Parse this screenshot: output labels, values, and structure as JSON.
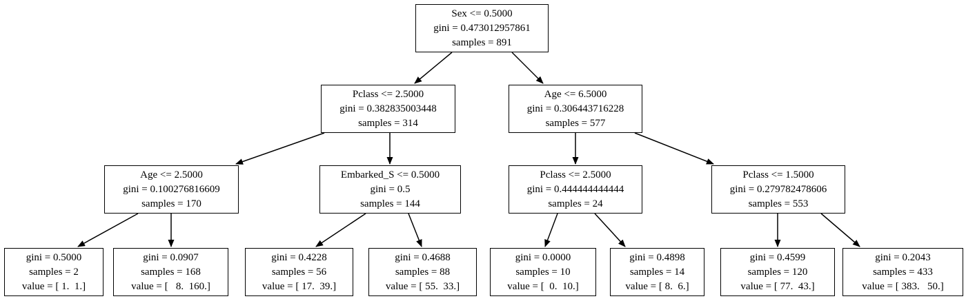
{
  "diagram": {
    "type": "decision-tree",
    "nodes": {
      "root": {
        "condition": "Sex <= 0.5000",
        "gini": "gini = 0.473012957861",
        "samples": "samples = 891"
      },
      "l": {
        "condition": "Pclass <= 2.5000",
        "gini": "gini = 0.382835003448",
        "samples": "samples = 314"
      },
      "r": {
        "condition": "Age <= 6.5000",
        "gini": "gini = 0.306443716228",
        "samples": "samples = 577"
      },
      "ll": {
        "condition": "Age <= 2.5000",
        "gini": "gini = 0.100276816609",
        "samples": "samples = 170"
      },
      "lr": {
        "condition": "Embarked_S <= 0.5000",
        "gini": "gini = 0.5",
        "samples": "samples = 144"
      },
      "rl": {
        "condition": "Pclass <= 2.5000",
        "gini": "gini = 0.444444444444",
        "samples": "samples = 24"
      },
      "rr": {
        "condition": "Pclass <= 1.5000",
        "gini": "gini = 0.279782478606",
        "samples": "samples = 553"
      },
      "leaf1": {
        "gini": "gini = 0.5000",
        "samples": "samples = 2",
        "value": "value = [ 1.  1.]"
      },
      "leaf2": {
        "gini": "gini = 0.0907",
        "samples": "samples = 168",
        "value": "value = [   8.  160.]"
      },
      "leaf3": {
        "gini": "gini = 0.4228",
        "samples": "samples = 56",
        "value": "value = [ 17.  39.]"
      },
      "leaf4": {
        "gini": "gini = 0.4688",
        "samples": "samples = 88",
        "value": "value = [ 55.  33.]"
      },
      "leaf5": {
        "gini": "gini = 0.0000",
        "samples": "samples = 10",
        "value": "value = [  0.  10.]"
      },
      "leaf6": {
        "gini": "gini = 0.4898",
        "samples": "samples = 14",
        "value": "value = [ 8.  6.]"
      },
      "leaf7": {
        "gini": "gini = 0.4599",
        "samples": "samples = 120",
        "value": "value = [ 77.  43.]"
      },
      "leaf8": {
        "gini": "gini = 0.2043",
        "samples": "samples = 433",
        "value": "value = [ 383.   50.]"
      }
    }
  }
}
